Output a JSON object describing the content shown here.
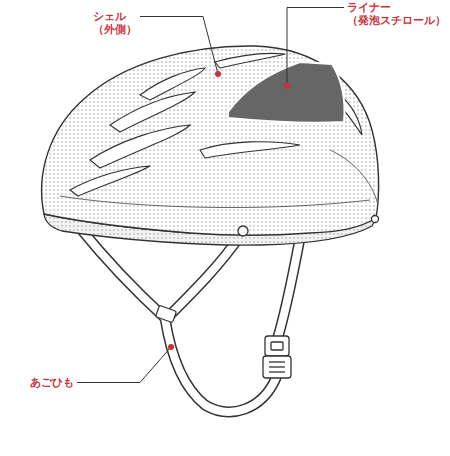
{
  "diagram": {
    "labels": [
      "シェル（外側）",
      "ライナー （発泡スチロール）",
      "あごひも"
    ]
  }
}
